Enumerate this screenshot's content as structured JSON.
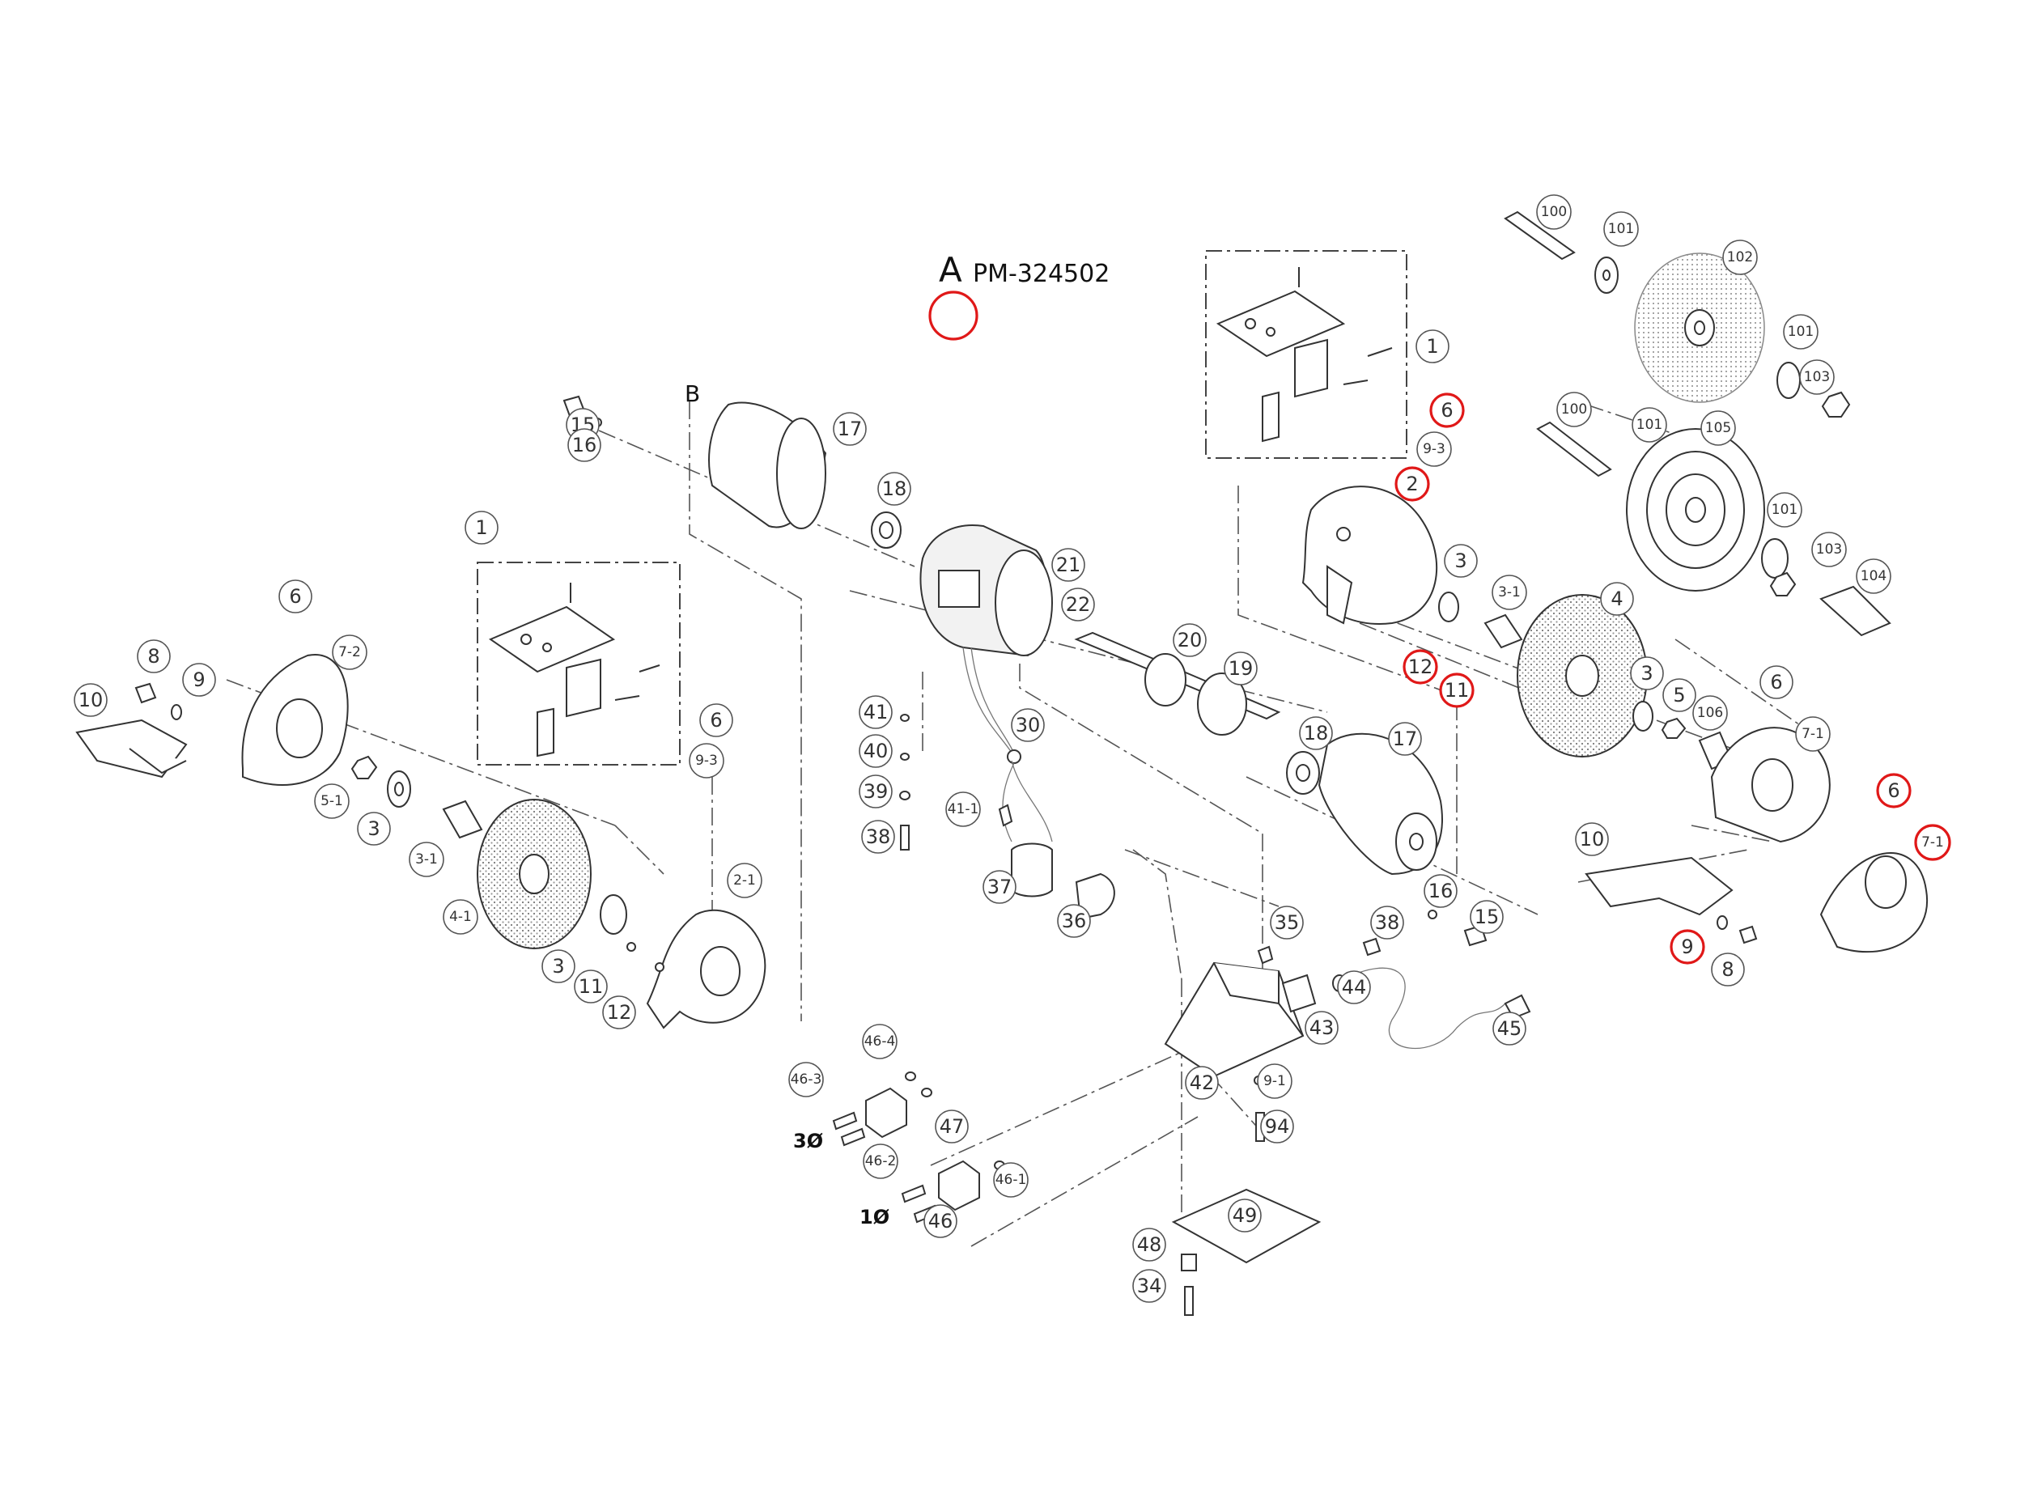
{
  "drawing": {
    "ref_letter": "A",
    "ref_code": "PM-324502",
    "section_letter": "B",
    "phase_3": "3Ø",
    "phase_1": "1Ø"
  },
  "highlight_color": "#e01818",
  "callouts": [
    {
      "label": "100"
    },
    {
      "label": "101"
    },
    {
      "label": "102"
    },
    {
      "label": "101"
    },
    {
      "label": "103"
    },
    {
      "label": "1"
    },
    {
      "label": "6",
      "highlighted": true
    },
    {
      "label": "9-3"
    },
    {
      "label": "2",
      "highlighted": true
    },
    {
      "label": "100"
    },
    {
      "label": "101"
    },
    {
      "label": "105"
    },
    {
      "label": "101"
    },
    {
      "label": "103"
    },
    {
      "label": "104"
    },
    {
      "label": "3"
    },
    {
      "label": "3-1"
    },
    {
      "label": "4"
    },
    {
      "label": "12",
      "highlighted": true
    },
    {
      "label": "11",
      "highlighted": true
    },
    {
      "label": "3"
    },
    {
      "label": "5"
    },
    {
      "label": "106"
    },
    {
      "label": "6"
    },
    {
      "label": "7-1"
    },
    {
      "label": "6",
      "highlighted": true
    },
    {
      "label": "7-1",
      "highlighted": true
    },
    {
      "label": "10"
    },
    {
      "label": "9",
      "highlighted": true
    },
    {
      "label": "8"
    },
    {
      "label": "15"
    },
    {
      "label": "16"
    },
    {
      "label": "17"
    },
    {
      "label": "18"
    },
    {
      "label": "21"
    },
    {
      "label": "22"
    },
    {
      "label": "20"
    },
    {
      "label": "19"
    },
    {
      "label": "18"
    },
    {
      "label": "17"
    },
    {
      "label": "16"
    },
    {
      "label": "15"
    },
    {
      "label": "1"
    },
    {
      "label": "6"
    },
    {
      "label": "9-3"
    },
    {
      "label": "6"
    },
    {
      "label": "7-2"
    },
    {
      "label": "8"
    },
    {
      "label": "9"
    },
    {
      "label": "10"
    },
    {
      "label": "5-1"
    },
    {
      "label": "3"
    },
    {
      "label": "3-1"
    },
    {
      "label": "4-1"
    },
    {
      "label": "2-1"
    },
    {
      "label": "3"
    },
    {
      "label": "11"
    },
    {
      "label": "12"
    },
    {
      "label": "41"
    },
    {
      "label": "40"
    },
    {
      "label": "39"
    },
    {
      "label": "38"
    },
    {
      "label": "30"
    },
    {
      "label": "41-1"
    },
    {
      "label": "37"
    },
    {
      "label": "36"
    },
    {
      "label": "35"
    },
    {
      "label": "38"
    },
    {
      "label": "44"
    },
    {
      "label": "43"
    },
    {
      "label": "45"
    },
    {
      "label": "42"
    },
    {
      "label": "9-1"
    },
    {
      "label": "94"
    },
    {
      "label": "49"
    },
    {
      "label": "48"
    },
    {
      "label": "34"
    },
    {
      "label": "46-4"
    },
    {
      "label": "46-3"
    },
    {
      "label": "47"
    },
    {
      "label": "46-2"
    },
    {
      "label": "46-1"
    },
    {
      "label": "46"
    }
  ]
}
